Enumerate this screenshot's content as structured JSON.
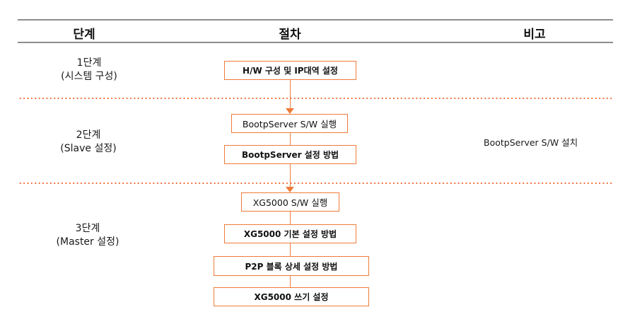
{
  "header": {
    "columns": [
      {
        "label": "단계"
      },
      {
        "label": "절차"
      },
      {
        "label": "비고"
      }
    ]
  },
  "stages": [
    {
      "title": "1단계",
      "subtitle": "(시스템 구성)",
      "steps": [
        {
          "label": "H/W 구성 및 IP대역 설정",
          "bold": true
        }
      ],
      "note": ""
    },
    {
      "title": "2단계",
      "subtitle": "(Slave 설정)",
      "steps": [
        {
          "label": "BootpServer S/W 실행",
          "bold": false
        },
        {
          "label": "BootpServer 설정 방법",
          "bold": true
        }
      ],
      "note": "BootpServer S/W 설치"
    },
    {
      "title": "3단계",
      "subtitle": "(Master 설정)",
      "steps": [
        {
          "label": "XG5000 S/W 실행",
          "bold": false
        },
        {
          "label": "XG5000 기본 설정 방법",
          "bold": true
        },
        {
          "label": "P2P 블록 상세 설정 방법",
          "bold": true
        },
        {
          "label": "XG5000 쓰기 설정",
          "bold": true
        }
      ],
      "note": ""
    }
  ],
  "colors": {
    "accent": "#ef7b3a",
    "divider_dotted": "#f0642d",
    "header_rule": "#8c8c8c",
    "text": "#111111"
  }
}
